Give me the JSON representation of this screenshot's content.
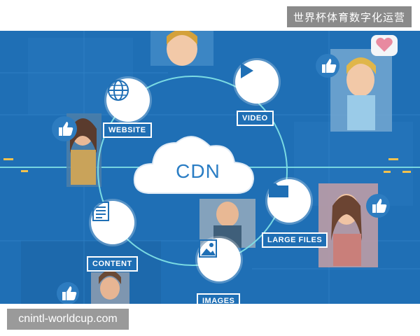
{
  "watermarks": {
    "top": "世界杯体育数字化运营",
    "bottom": "cnintl-worldcup.com"
  },
  "diagram": {
    "center": "CDN",
    "nodes": [
      {
        "label": "WEBSITE",
        "icon": "globe-icon"
      },
      {
        "label": "VIDEO",
        "icon": "play-icon"
      },
      {
        "label": "LARGE FILES",
        "icon": "folder-icon"
      },
      {
        "label": "IMAGES",
        "icon": "image-icon"
      },
      {
        "label": "CONTENT",
        "icon": "document-icon"
      }
    ]
  },
  "colors": {
    "background": "#1f6fb5",
    "accent": "#2a7dc4",
    "node": "#ffffff",
    "heart": "#e88aa0"
  }
}
